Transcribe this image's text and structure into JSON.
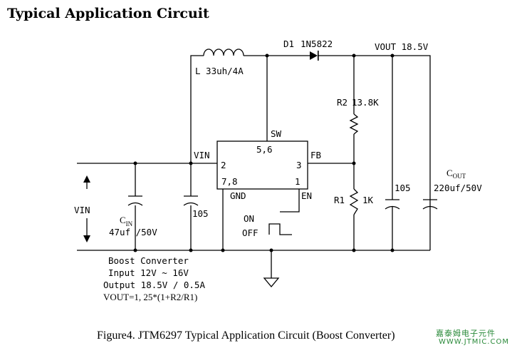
{
  "heading": "Typical Application Circuit",
  "labels": {
    "inductor": "L 33uh/4A",
    "diode_name": "D1",
    "diode_part": "1N5822",
    "vout": "VOUT 18.5V",
    "r2_name": "R2",
    "r2_value": "13.8K",
    "r1_name": "R1",
    "r1_value": "1K",
    "sw": "SW",
    "pins_56": "5,6",
    "vin_pin": "VIN",
    "pin2": "2",
    "fb": "FB",
    "pin3": "3",
    "pins_78": "7,8",
    "pin1": "1",
    "gnd": "GND",
    "en": "EN",
    "on": "ON",
    "off": "OFF",
    "vin_side": "VIN",
    "cin_main": "C",
    "cin_sub": "IN",
    "cin_value": "47uf /50V",
    "cap_mid": "105",
    "cap_out_small": "105",
    "cout_main": "C",
    "cout_sub": "OUT",
    "cout_value": "220uf/50V"
  },
  "notes": {
    "line1": "Boost  Converter",
    "line2": "Input 12V ~ 16V",
    "line3": "Output 18.5V / 0.5A",
    "line4": "VOUT=1, 25*(1+R2/R1)"
  },
  "caption": "Figure4. JTM6297 Typical Application Circuit (Boost Converter)",
  "watermark": {
    "line1": "嘉泰姆电子元件",
    "line2": "WWW.JTMIC.COM",
    "color": "#2a8a3a"
  }
}
